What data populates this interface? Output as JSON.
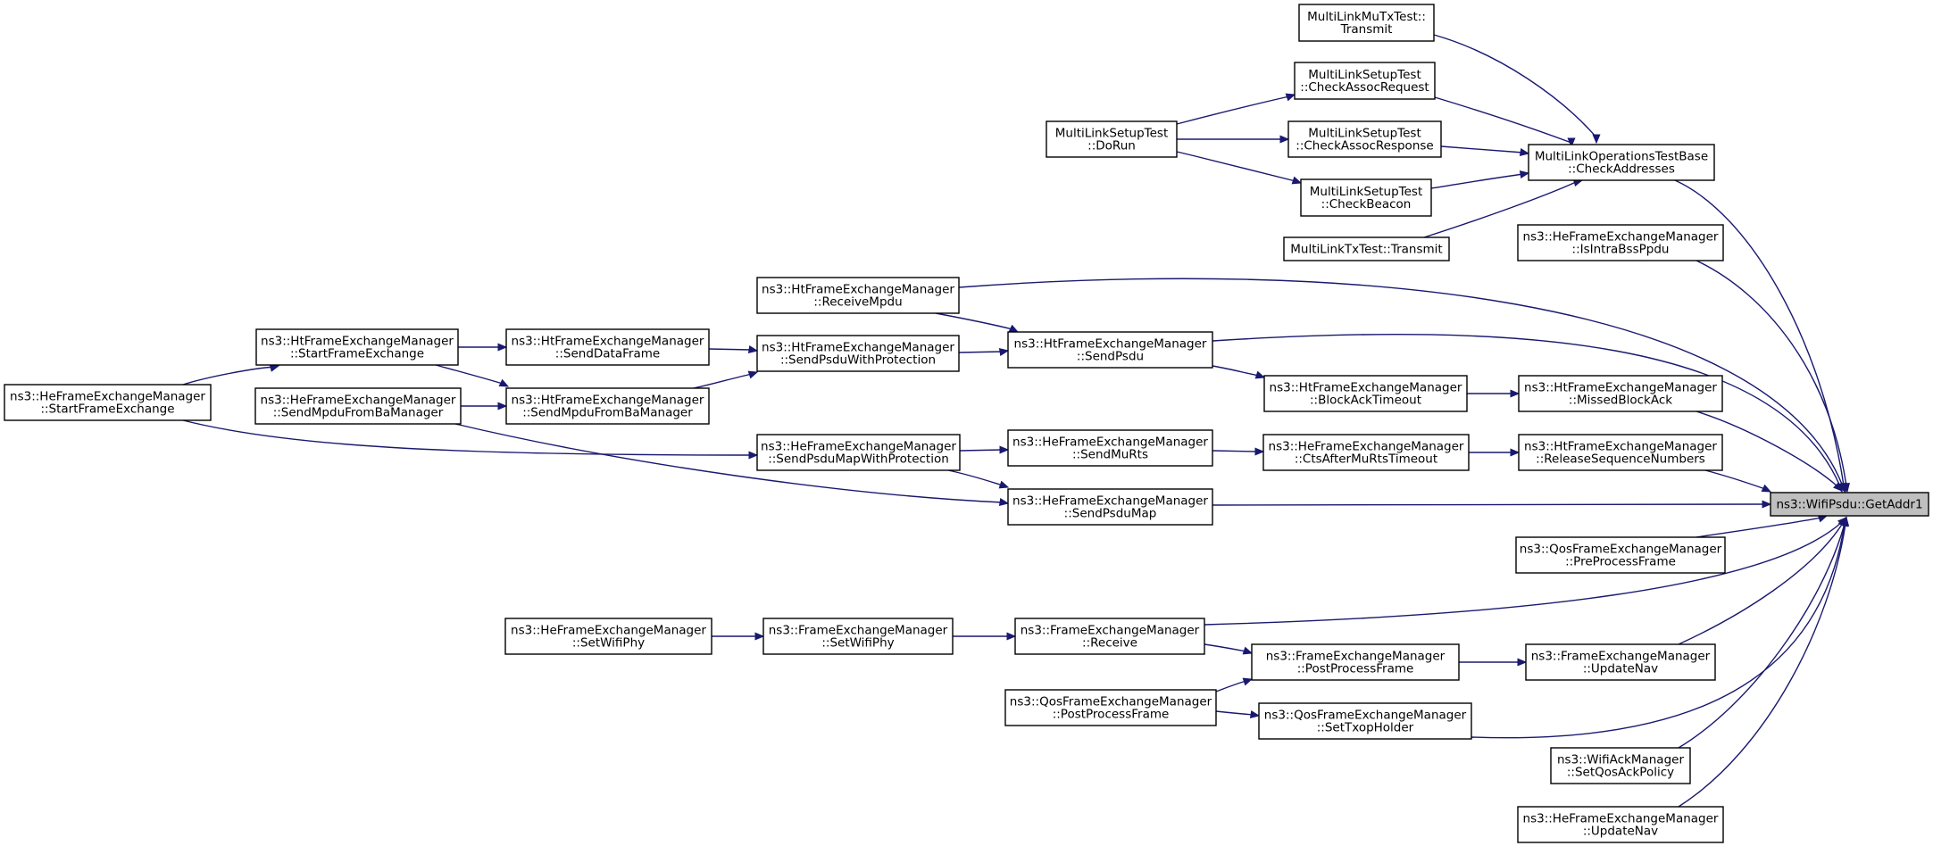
{
  "diagram": {
    "root": "ns3::WifiPsdu::GetAddr1",
    "colors": {
      "edge": "#191970",
      "root_fill": "#bfbfbf",
      "node_fill": "#ffffff"
    },
    "nodes": [
      {
        "id": "getaddr1",
        "lines": [
          "ns3::WifiPsdu::GetAddr1"
        ],
        "root": true
      },
      {
        "id": "mlmu_transmit",
        "lines": [
          "MultiLinkMuTxTest::",
          "Transmit"
        ]
      },
      {
        "id": "mls_checkassocreq",
        "lines": [
          "MultiLinkSetupTest",
          "::CheckAssocRequest"
        ]
      },
      {
        "id": "mls_dorun",
        "lines": [
          "MultiLinkSetupTest",
          "::DoRun"
        ]
      },
      {
        "id": "mls_checkassocresp",
        "lines": [
          "MultiLinkSetupTest",
          "::CheckAssocResponse"
        ]
      },
      {
        "id": "mlo_checkaddresses",
        "lines": [
          "MultiLinkOperationsTestBase",
          "::CheckAddresses"
        ]
      },
      {
        "id": "mls_checkbeacon",
        "lines": [
          "MultiLinkSetupTest",
          "::CheckBeacon"
        ]
      },
      {
        "id": "mltx_transmit",
        "lines": [
          "MultiLinkTxTest::Transmit"
        ]
      },
      {
        "id": "he_isintrabss",
        "lines": [
          "ns3::HeFrameExchangeManager",
          "::IsIntraBssPpdu"
        ]
      },
      {
        "id": "ht_receivempdu",
        "lines": [
          "ns3::HtFrameExchangeManager",
          "::ReceiveMpdu"
        ]
      },
      {
        "id": "ht_startfe",
        "lines": [
          "ns3::HtFrameExchangeManager",
          "::StartFrameExchange"
        ]
      },
      {
        "id": "ht_senddataframe",
        "lines": [
          "ns3::HtFrameExchangeManager",
          "::SendDataFrame"
        ]
      },
      {
        "id": "ht_sendpsduwithprot",
        "lines": [
          "ns3::HtFrameExchangeManager",
          "::SendPsduWithProtection"
        ]
      },
      {
        "id": "ht_sendpsdu",
        "lines": [
          "ns3::HtFrameExchangeManager",
          "::SendPsdu"
        ]
      },
      {
        "id": "he_startfe",
        "lines": [
          "ns3::HeFrameExchangeManager",
          "::StartFrameExchange"
        ]
      },
      {
        "id": "he_sendmpdufromba",
        "lines": [
          "ns3::HeFrameExchangeManager",
          "::SendMpduFromBaManager"
        ]
      },
      {
        "id": "ht_sendmpdufromba",
        "lines": [
          "ns3::HtFrameExchangeManager",
          "::SendMpduFromBaManager"
        ]
      },
      {
        "id": "ht_blockacktimeout",
        "lines": [
          "ns3::HtFrameExchangeManager",
          "::BlockAckTimeout"
        ]
      },
      {
        "id": "ht_missedblockack",
        "lines": [
          "ns3::HtFrameExchangeManager",
          "::MissedBlockAck"
        ]
      },
      {
        "id": "he_sendpsdumapwithprot",
        "lines": [
          "ns3::HeFrameExchangeManager",
          "::SendPsduMapWithProtection"
        ]
      },
      {
        "id": "he_sendmurts",
        "lines": [
          "ns3::HeFrameExchangeManager",
          "::SendMuRts"
        ]
      },
      {
        "id": "he_ctsaftermurts",
        "lines": [
          "ns3::HeFrameExchangeManager",
          "::CtsAfterMuRtsTimeout"
        ]
      },
      {
        "id": "ht_releaseseq",
        "lines": [
          "ns3::HtFrameExchangeManager",
          "::ReleaseSequenceNumbers"
        ]
      },
      {
        "id": "he_sendpsdumap",
        "lines": [
          "ns3::HeFrameExchangeManager",
          "::SendPsduMap"
        ]
      },
      {
        "id": "qos_preprocess",
        "lines": [
          "ns3::QosFrameExchangeManager",
          "::PreProcessFrame"
        ]
      },
      {
        "id": "he_setwifiphy",
        "lines": [
          "ns3::HeFrameExchangeManager",
          "::SetWifiPhy"
        ]
      },
      {
        "id": "fe_setwifiphy",
        "lines": [
          "ns3::FrameExchangeManager",
          "::SetWifiPhy"
        ]
      },
      {
        "id": "fe_receive",
        "lines": [
          "ns3::FrameExchangeManager",
          "::Receive"
        ]
      },
      {
        "id": "fe_postprocess",
        "lines": [
          "ns3::FrameExchangeManager",
          "::PostProcessFrame"
        ]
      },
      {
        "id": "fe_updatenav",
        "lines": [
          "ns3::FrameExchangeManager",
          "::UpdateNav"
        ]
      },
      {
        "id": "qos_postprocess",
        "lines": [
          "ns3::QosFrameExchangeManager",
          "::PostProcessFrame"
        ]
      },
      {
        "id": "qos_settxopholder",
        "lines": [
          "ns3::QosFrameExchangeManager",
          "::SetTxopHolder"
        ]
      },
      {
        "id": "ack_setqosackpolicy",
        "lines": [
          "ns3::WifiAckManager",
          "::SetQosAckPolicy"
        ]
      },
      {
        "id": "he_updatenav",
        "lines": [
          "ns3::HeFrameExchangeManager",
          "::UpdateNav"
        ]
      }
    ]
  }
}
